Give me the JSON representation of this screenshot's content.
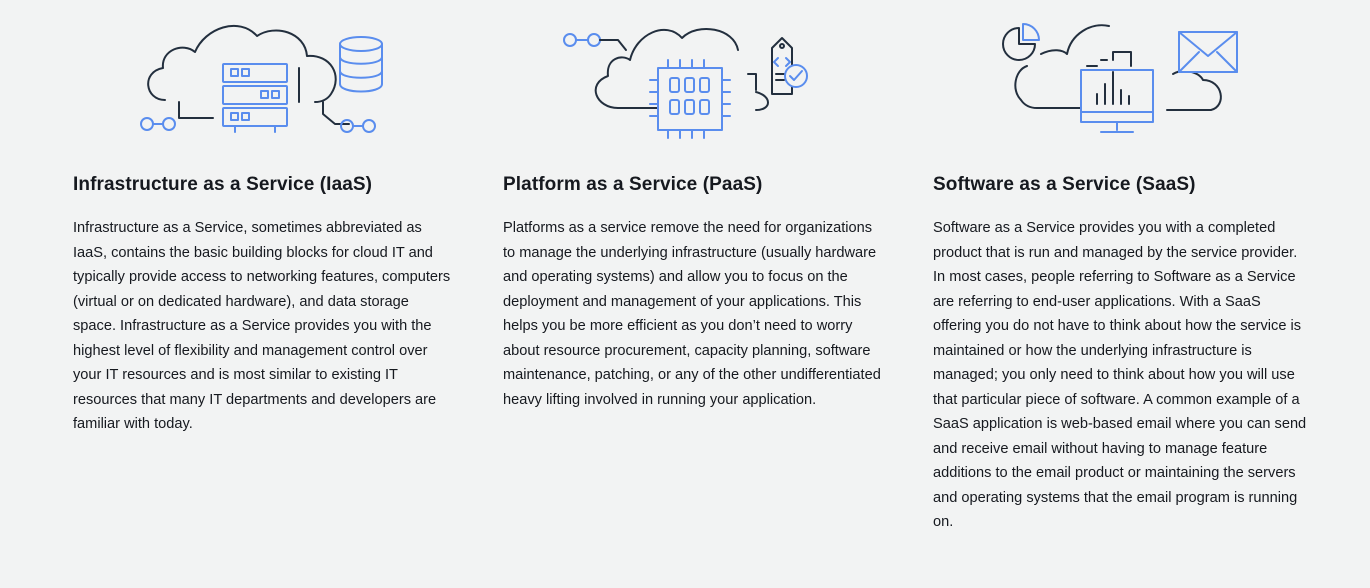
{
  "cards": [
    {
      "icon": "cloud-server-database-icon",
      "title": "Infrastructure as a Service (IaaS)",
      "body": "Infrastructure as a Service, sometimes abbreviated as IaaS, contains the basic building blocks for cloud IT and typically provide access to networking features, computers (virtual or on dedicated hardware), and data storage space. Infrastructure as a Service provides you with the highest level of flexibility and management control over your IT resources and is most similar to existing IT resources that many IT departments and developers are familiar with today."
    },
    {
      "icon": "cloud-chip-tag-icon",
      "title": "Platform as a Service (PaaS)",
      "body": "Platforms as a service remove the need for organizations to manage the underlying infrastructure (usually hardware and operating systems) and allow you to focus on the deployment and management of your applications. This helps you be more efficient as you don’t need to worry about resource procurement, capacity planning, software maintenance, patching, or any of the other undifferentiated heavy lifting involved in running your application."
    },
    {
      "icon": "cloud-monitor-mail-icon",
      "title": "Software as a Service (SaaS)",
      "body": "Software as a Service provides you with a completed product that is run and managed by the service provider. In most cases, people referring to Software as a Service are referring to end-user applications. With a SaaS offering you do not have to think about how the service is maintained or how the underlying infrastructure is managed; you only need to think about how you will use that particular piece of software. A common example of a SaaS application is web-based email where you can send and receive email without having to manage feature additions to the email product or maintaining the servers and operating systems that the email program is running on."
    }
  ],
  "colors": {
    "background": "#f2f3f3",
    "text": "#16191f",
    "icon_line": "#232f3e",
    "icon_accent": "#5a8dee"
  }
}
